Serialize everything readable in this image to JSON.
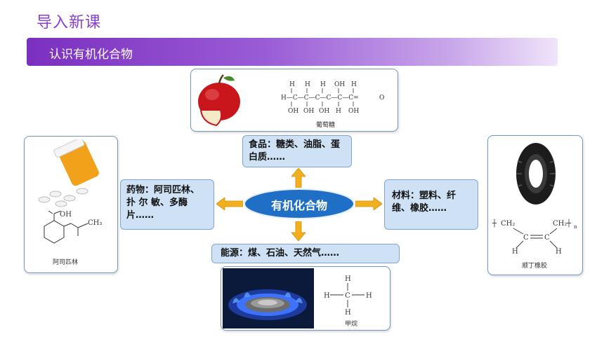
{
  "header": {
    "title": "导入新课",
    "banner_title": "认识有机化合物"
  },
  "center": {
    "label": "有机化合物"
  },
  "categories": {
    "food": "食品：糖类、油脂、蛋白质……",
    "medicine": "药物：阿司匹林、 扑 尔 敏、多酶片……",
    "material": "材料：塑料、纤维、橡胶……",
    "energy": "能源：煤、石油、天然气……"
  },
  "captions": {
    "glucose": "葡萄糖",
    "aspirin": "阿司匹林",
    "rubber": "顺丁橡胶",
    "methane": "甲烷"
  },
  "formulas": {
    "glucose_top": [
      "H",
      "H",
      "H",
      "OH",
      "H",
      "O"
    ],
    "glucose_bottom": [
      "OH",
      "OH",
      "OH",
      "H",
      "OH"
    ],
    "aspirin_oh": "OH",
    "aspirin_ch3": "CH₃",
    "methane_atoms": [
      "H",
      "H",
      "C",
      "H",
      "H"
    ],
    "rubber_ch2_left": "CH₂",
    "rubber_ch2_right": "CH₂",
    "rubber_n": "n",
    "rubber_h": [
      "H",
      "H"
    ],
    "rubber_c": [
      "C",
      "C"
    ]
  },
  "colors": {
    "accent": "#8a3fd0",
    "box_fill": "#cfe2f5",
    "oval": "#1f6fc7",
    "arrow": "#f2b01e"
  }
}
